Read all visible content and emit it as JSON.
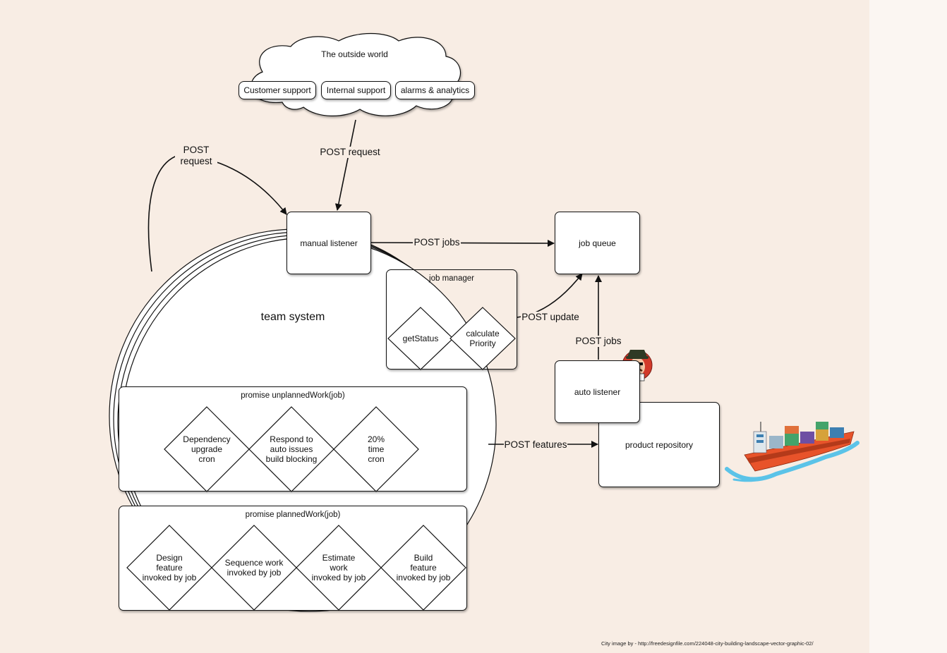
{
  "cloud": {
    "title": "The outside world",
    "items": [
      "Customer support",
      "Internal support",
      "alarms & analytics"
    ]
  },
  "edges": {
    "post_request_top": "POST request",
    "post_request_left": "POST\nrequest",
    "post_jobs_manual": "POST jobs",
    "post_update": "POST update",
    "post_jobs_auto": "POST jobs",
    "post_features": "POST features"
  },
  "nodes": {
    "manual_listener": "manual listener",
    "job_queue": "job queue",
    "job_manager": "job manager",
    "get_status": "getStatus",
    "calculate_priority": "calculate\nPriority",
    "team_system": "team system",
    "auto_listener": "auto listener",
    "product_repository": "product repository"
  },
  "unplanned": {
    "title": "promise unplannedWork(job)",
    "items": [
      "Dependency\nupgrade\ncron",
      "Respond to\nauto issues\nbuild blocking",
      "20%\ntime\ncron"
    ]
  },
  "planned": {
    "title": "promise plannedWork(job)",
    "items": [
      "Design\nfeature\ninvoked by job",
      "Sequence work\ninvoked by job",
      "Estimate\nwork\ninvoked by job",
      "Build\nfeature\ninvoked by job"
    ]
  },
  "credit": "City image by - http://freedesignfile.com/224048-city-building-landscape-vector-graphic-02/",
  "colors": {
    "background": "#f8ede4",
    "ship_hull": "#e8532a",
    "water": "#5bc3e8",
    "mascot_red": "#d23a2a"
  },
  "icons": [
    "jenkins-butler-icon",
    "container-ship-icon"
  ]
}
